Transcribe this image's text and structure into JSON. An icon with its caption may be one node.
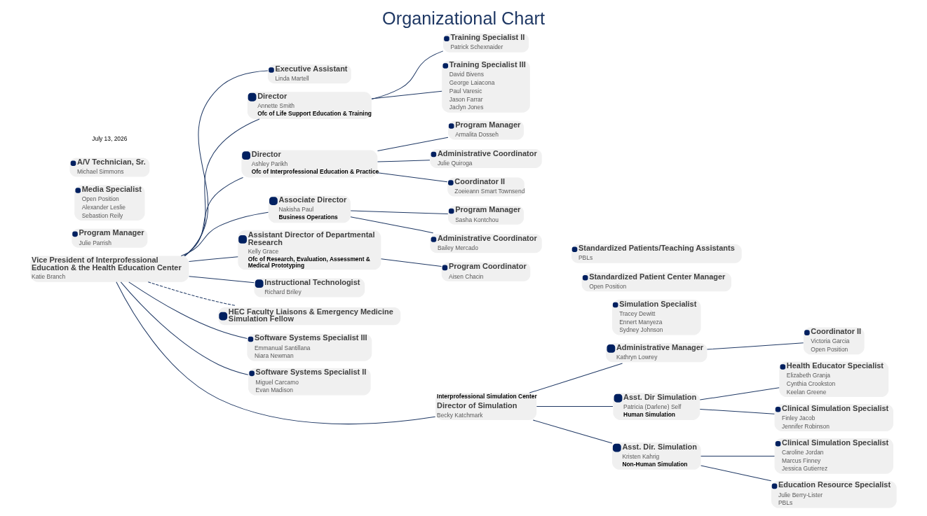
{
  "diagram": {
    "title": "Organizational Chart",
    "nodes": [
      {
        "text": [
          "Vice President of Interprofessional Education & the Health Education Center",
          "Katie Branch"
        ]
      },
      {
        "text": [
          "Program Manager",
          "Julie Parrish"
        ]
      },
      {
        "text": [
          "Training Specialist II",
          "Patrick Schexnaider"
        ]
      },
      {
        "text": [
          "Training Specialist III",
          "David Bivens",
          "George Laiacona",
          "Paul Varesic",
          "Jason Farrar",
          "Jaclyn Jones"
        ]
      },
      {
        "text": [
          "Executive Assistant",
          "Linda Martell"
        ]
      },
      {
        "text": [
          "Director",
          "Annette Smith",
          "Ofc of Life Support Education & Training"
        ]
      },
      {
        "text": [
          "Director",
          "Ashley Parikh",
          "Ofc of Interprofessional Education & Practice"
        ]
      },
      {
        "text": [
          "Program Manager",
          "Armalita Dosseh"
        ]
      },
      {
        "text": [
          "Administrative Coordinator",
          "Julie Quiroga"
        ]
      },
      {
        "text": [
          "Coordinator II",
          "Zoeieann Smart Townsend"
        ]
      },
      {
        "text": [
          "Associate Director",
          "Nakisha Paul",
          "Business Operations"
        ]
      },
      {
        "text": [
          "Assistant Director of Departmental Research",
          "Kelly Grace",
          "Ofc of Research, Evaluation, Assessment & Medical Prototyping"
        ]
      },
      {
        "text": [
          "Program Manager",
          "Sasha Kontchou"
        ]
      },
      {
        "text": [
          "Program Coordinator",
          "Aisen Chacin"
        ]
      },
      {
        "text": [
          "Administrative Coordinator",
          "Bailey Mercado"
        ]
      },
      {
        "text": [
          "Instructional Technologist",
          "Richard Briley"
        ]
      },
      {
        "text": [
          "HEC Faculty Liaisons & Emergency Medicine Simulation Fellow"
        ]
      },
      {
        "text": [
          "Media Specialist",
          "Open Position",
          "Alexander Leslie",
          "Sebastion Reily"
        ]
      },
      {
        "text": [
          "Software Systems Specialist III",
          "Emmanual Santillana",
          "Niara Newman"
        ]
      },
      {
        "text": [
          "Software Systems Specialist II",
          "Miguel Carcamo",
          "Evan Madison"
        ]
      },
      {
        "text": [
          "A/V Technician, Sr.",
          "Michael Simmons"
        ]
      },
      {
        "text": [
          "Interprofessional Simulation Center",
          "Director of Simulation",
          "Becky Katchmark"
        ]
      },
      {
        "text": [
          "Simulation Specialist",
          "Tracey Dewitt",
          "Ennert Manyeza",
          "Sydney Johnson"
        ]
      },
      {
        "text": [
          "Standardized Patient Center Manager",
          "Open Position"
        ]
      },
      {
        "text": [
          "Administrative Manager",
          "Kathryn Lowrey"
        ]
      },
      {
        "text": [
          "Health Educator Specialist",
          "Elizabeth Granja",
          "Cynthia Crookston",
          "Keelan Greene"
        ]
      },
      {
        "text": [
          "Coordinator II",
          "Victoria Garcia",
          "Open Position"
        ]
      },
      {
        "text": [
          "Clinical Simulation Specialist",
          "Caroline Jordan",
          "Marcus Finney",
          "Jessica Gutierrez"
        ]
      },
      {
        "text": [
          "Asst. Dir Simulation",
          "Patricia (Darlene) Self",
          "Human Simulation"
        ]
      },
      {
        "text": [
          "Asst. Dir. Simulation",
          "Kristen Kahrig",
          "Non-Human Simulation"
        ]
      },
      {
        "text": [
          "Clinical Simulation Specialist",
          "Finley Jacob",
          "Jennifer Robinson"
        ]
      },
      {
        "text": [
          "Education Resource Specialist",
          "Julie Berry-Lister",
          "PBLs"
        ]
      },
      {
        "text": [
          "Standardized Patients/Teaching Assistants",
          "PBLs"
        ]
      }
    ],
    "edges": [
      {
        "from": 0,
        "to": 4,
        "arrow": "none"
      },
      {
        "from": 0,
        "to": 5,
        "arrow": "none"
      },
      {
        "from": 0,
        "to": 6,
        "arrow": "none"
      },
      {
        "from": 5,
        "to": 2,
        "arrow": "none"
      },
      {
        "from": 5,
        "to": 3,
        "arrow": "none"
      },
      {
        "from": 6,
        "to": 7,
        "arrow": "none"
      },
      {
        "from": 6,
        "to": 8,
        "arrow": "none"
      },
      {
        "from": 6,
        "to": 9,
        "arrow": "none"
      },
      {
        "from": 0,
        "to": 10,
        "arrow": "none"
      },
      {
        "from": 0,
        "to": 11,
        "arrow": "none"
      },
      {
        "from": 10,
        "to": 12,
        "arrow": "none"
      },
      {
        "from": 10,
        "to": 14,
        "arrow": "none"
      },
      {
        "from": 11,
        "to": 13,
        "arrow": "none"
      },
      {
        "from": 0,
        "to": 15,
        "arrow": "none"
      },
      {
        "from": 0,
        "to": 16,
        "arrow": "none",
        "style": "dashed"
      },
      {
        "from": 0,
        "to": 18,
        "arrow": "none"
      },
      {
        "from": 0,
        "to": 19,
        "arrow": "none"
      },
      {
        "from": 0,
        "to": 21,
        "arrow": "none"
      },
      {
        "from": 21,
        "to": 24,
        "arrow": "none"
      },
      {
        "from": 24,
        "to": 26,
        "arrow": "none"
      },
      {
        "from": 21,
        "to": 28,
        "arrow": "none"
      },
      {
        "from": 21,
        "to": 29,
        "arrow": "none"
      },
      {
        "from": 28,
        "to": 25,
        "arrow": "none"
      },
      {
        "from": 28,
        "to": 30,
        "arrow": "none"
      },
      {
        "from": 29,
        "to": 27,
        "arrow": "none"
      },
      {
        "from": 29,
        "to": 31,
        "arrow": "none"
      }
    ],
    "labels": [
      "July 13, 2026"
    ]
  }
}
